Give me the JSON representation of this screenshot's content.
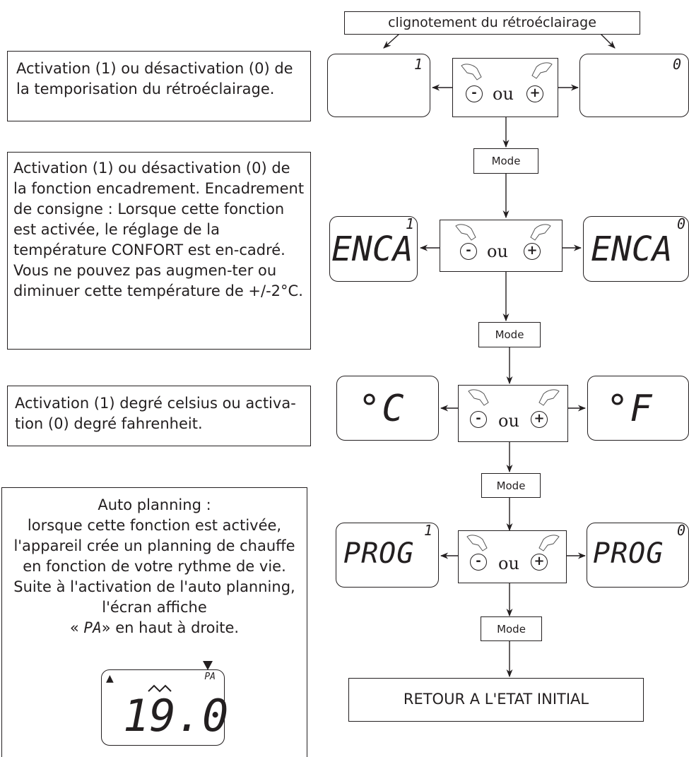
{
  "top_label": "clignotement du rétroéclairage",
  "final_label": "RETOUR A L'ETAT INITIAL",
  "mode_label": "Mode",
  "ou_label": "ou",
  "minus_symbol": "-",
  "plus_symbol": "+",
  "descriptions": {
    "backlight": "Activation (1) ou désactivation (0) de la temporisation du rétroéclairage.",
    "encadrement": "Activation (1) ou désactivation (0) de la fonction encadrement. Encadrement de consigne : Lorsque cette fonction est activée, le réglage de la température CONFORT est en-cadré. Vous ne pouvez pas augmen-ter ou diminuer cette température de +/-2°C.",
    "units": "Activation (1) degré celsius ou activa-tion (0) degré fahrenheit.",
    "auto_title": "Auto planning :",
    "auto_text": "lorsque cette fonction est activée, l'appareil crée un planning de chauffe en fonction de votre rythme de vie. Suite à l'activation de l'auto planning, l'écran affiche",
    "auto_quote_open": "«",
    "auto_code": "PA",
    "auto_suffix": "» en haut à droite."
  },
  "screens": {
    "row1_left_corner": "1",
    "row1_right_corner": "0",
    "row2_left_text": "ENCA",
    "row2_left_corner": "1",
    "row2_right_text": "ENCA",
    "row2_right_corner": "0",
    "row3_left_text": "°C",
    "row3_right_text": "°F",
    "row4_left_text": "PROG",
    "row4_left_corner": "1",
    "row4_right_text": "PROG",
    "row4_right_corner": "0"
  },
  "example_screen": {
    "triangle": "▲",
    "code": "PA",
    "temperature": "19.0"
  }
}
